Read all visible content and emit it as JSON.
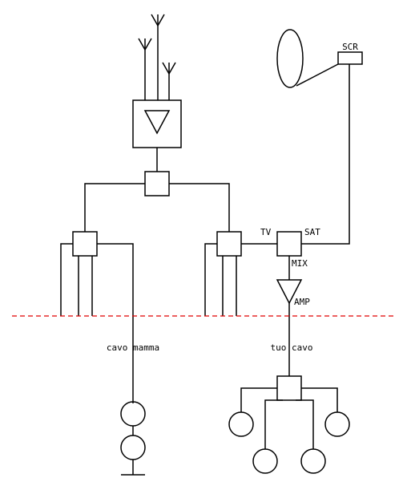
{
  "labels": {
    "scr": "SCR",
    "tv": "TV",
    "sat": "SAT",
    "mix": "MIX",
    "amp": "AMP",
    "cavo_mamma": "cavo mamma",
    "tuo_cavo": "tuo cavo"
  },
  "colors": {
    "line": "#000000",
    "divider": "#e00000",
    "background": "#ffffff"
  },
  "icons": [
    "antenna-icon",
    "satellite-dish-icon",
    "amplifier-icon",
    "splitter-icon",
    "outlet-icon"
  ]
}
